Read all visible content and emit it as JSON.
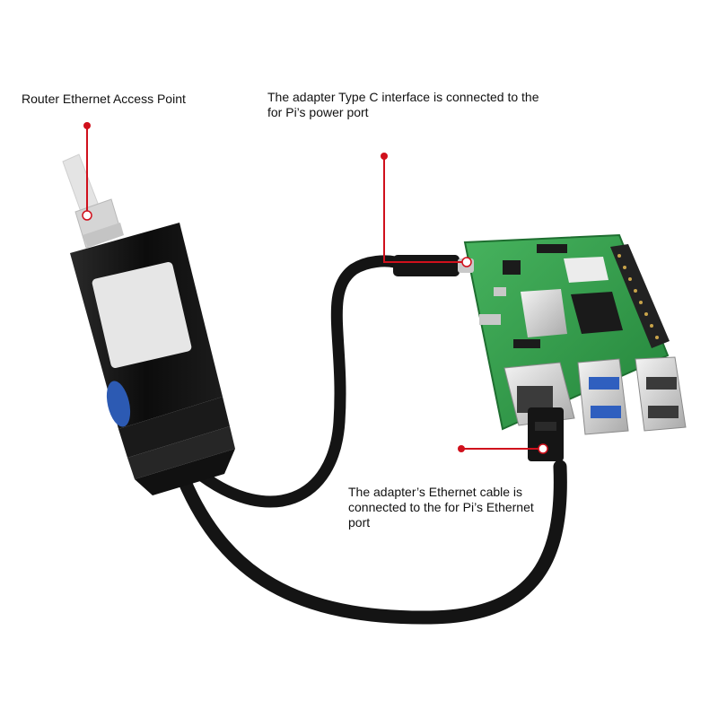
{
  "callouts": {
    "router": {
      "line1": "Router Ethernet Access Point"
    },
    "type_c": {
      "line1": "The adapter Type C interface is connected to the",
      "line2": "for Pi’s power port"
    },
    "ethernet": {
      "line1": "The adapter’s Ethernet cable is",
      "line2": "connected to the for Pi’s Ethernet",
      "line3": "port"
    }
  },
  "colors": {
    "callout_red": "#d0101c",
    "board_green": "#2f9d48",
    "cable_black": "#111111",
    "text": "#111111"
  }
}
